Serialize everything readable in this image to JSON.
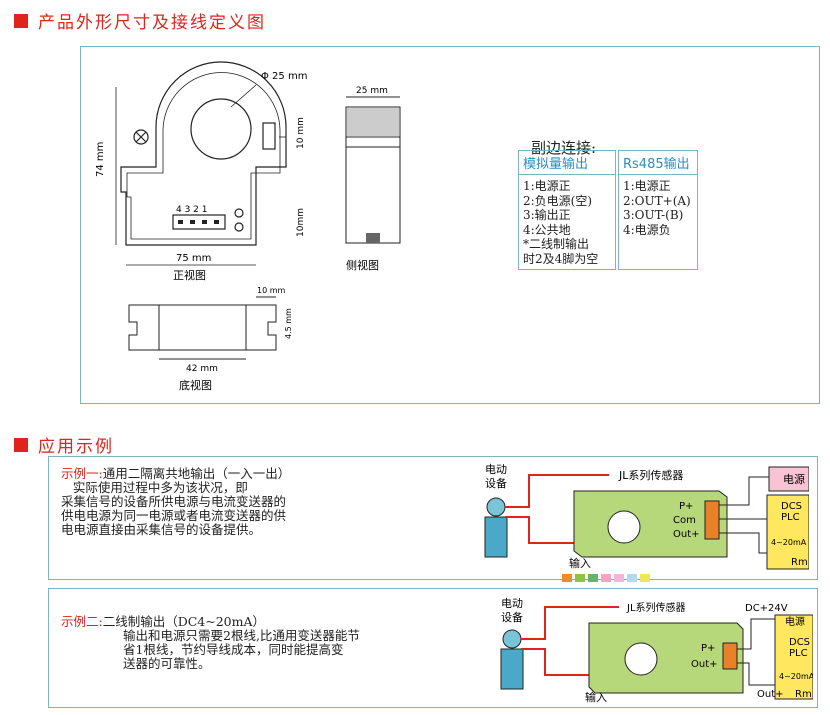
{
  "section1": {
    "title": "产品外形尺寸及接线定义图"
  },
  "section2": {
    "title": "应用示例"
  },
  "dims": {
    "phi": "Φ 25 mm",
    "height": "74 mm",
    "width": "75 mm",
    "top_tab": "10 mm",
    "bottom_tab": "10mm",
    "side_width": "25 mm",
    "bottom_right": "10 mm",
    "bottom_depth": "4.5 mm",
    "bottom_width": "42 mm",
    "pins": "4 3 2 1"
  },
  "views": {
    "front": "正视图",
    "side": "侧视图",
    "bottom": "底视图"
  },
  "wiring": {
    "title": "副边连接:",
    "analog": {
      "header": "模拟量输出",
      "lines": [
        "1:电源正",
        "2:负电源(空)",
        "3:输出正",
        "4:公共地",
        "*二线制输出",
        "时2及4脚为空"
      ]
    },
    "rs485": {
      "header": "Rs485输出",
      "lines": [
        "1:电源正",
        "2:OUT+(A)",
        "3:OUT-(B)",
        "4:电源负"
      ]
    }
  },
  "example1": {
    "label": "示例一:",
    "lines": [
      "通用二隔离共地输出（一入一出）",
      "   实际使用过程中多为该状况，即",
      "采集信号的设备所供电源与电流变送器的",
      "供电电源为同一电源或者电流变送器的供",
      "电电源直接由采集信号的设备提供。"
    ],
    "diagram": {
      "motor": "电动\n设备",
      "sensor": "JL系列传感器",
      "p": "P+",
      "com": "Com",
      "out": "Out+",
      "power": "电源",
      "dcs": "DCS",
      "plc": "PLC",
      "range": "4~20mA",
      "rm": "Rm",
      "input": "输入",
      "plus": "+",
      "minus": "-"
    }
  },
  "example2": {
    "label": "示例二:",
    "lines": [
      "二线制输出（DC4~20mA）",
      "输出和电源只需要2根线,比通用变送器能节",
      "省1根线，节约导线成本，同时能提高变",
      "送器的可靠性。"
    ],
    "diagram": {
      "motor": "电动\n设备",
      "sensor": "JL系列传感器",
      "dc": "DC+24V",
      "p": "P+",
      "out": "Out+",
      "power": "电源",
      "dcs": "DCS",
      "plc": "PLC",
      "range": "4~20mA",
      "rm": "Rm",
      "input": "输入",
      "outp": "Out+",
      "plus": "+",
      "minus": "-"
    }
  },
  "colors": {
    "accent": "#e0231b",
    "border": "#7ab6c2",
    "green": "#b7d77b",
    "orange": "#e8822a",
    "yellow": "#ffe860"
  },
  "swatches": [
    "#f08a2a",
    "#8ec24a",
    "#6bb36b",
    "#f4a6c0",
    "#f0b8d8",
    "#a9dff0",
    "#f7e35a"
  ]
}
